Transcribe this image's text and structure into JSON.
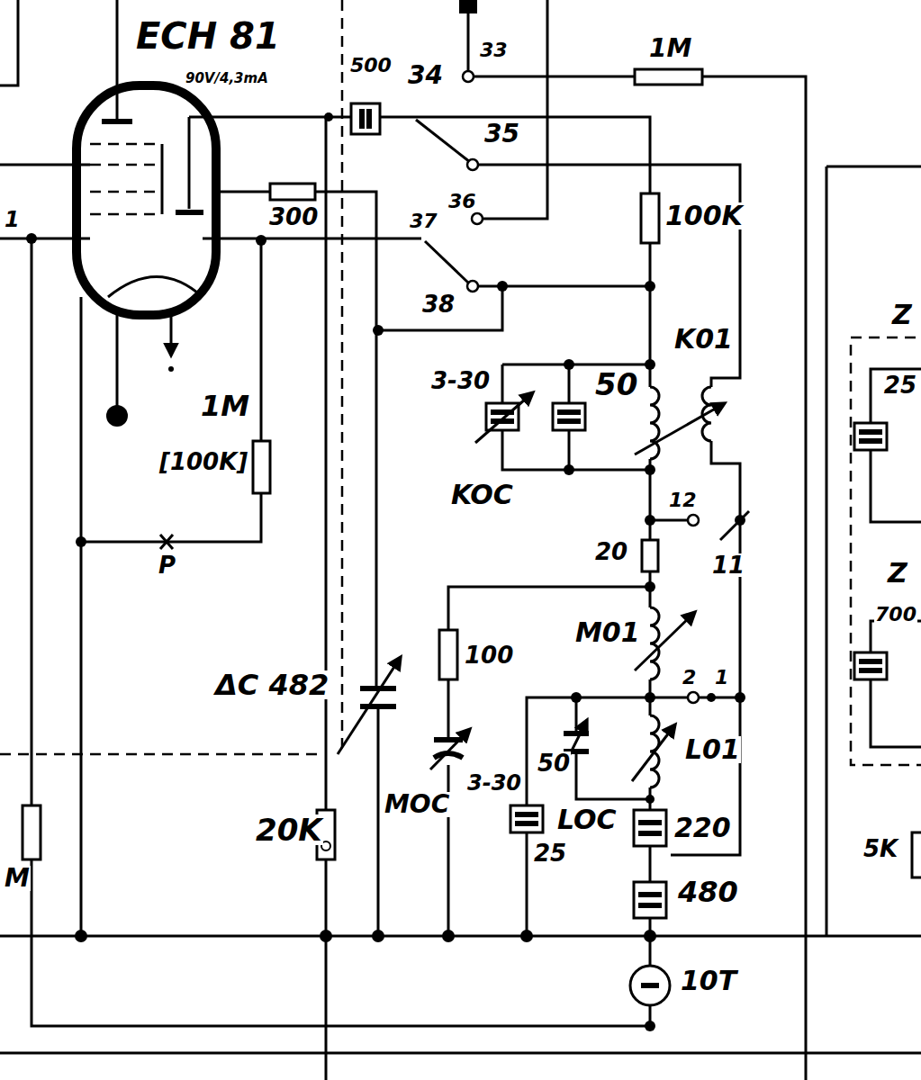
{
  "diagram": {
    "labels": [
      "ECH 81",
      "90V/4,3mA",
      "500",
      "33",
      "1M",
      "34",
      "35",
      "36",
      "37",
      "38",
      "1",
      "300",
      "100K",
      "K01",
      "3-30",
      "50",
      "KOC",
      "1M",
      "[100K]",
      "P",
      "12",
      "20",
      "11",
      "M01",
      "2",
      "1",
      "100",
      "ΔC 482",
      "3-30",
      "MOC",
      "50",
      "L01",
      "25",
      "LOC",
      "220",
      "480",
      "20K",
      "10T",
      "M",
      "Z",
      "Z",
      "25",
      "700",
      "5K"
    ]
  }
}
